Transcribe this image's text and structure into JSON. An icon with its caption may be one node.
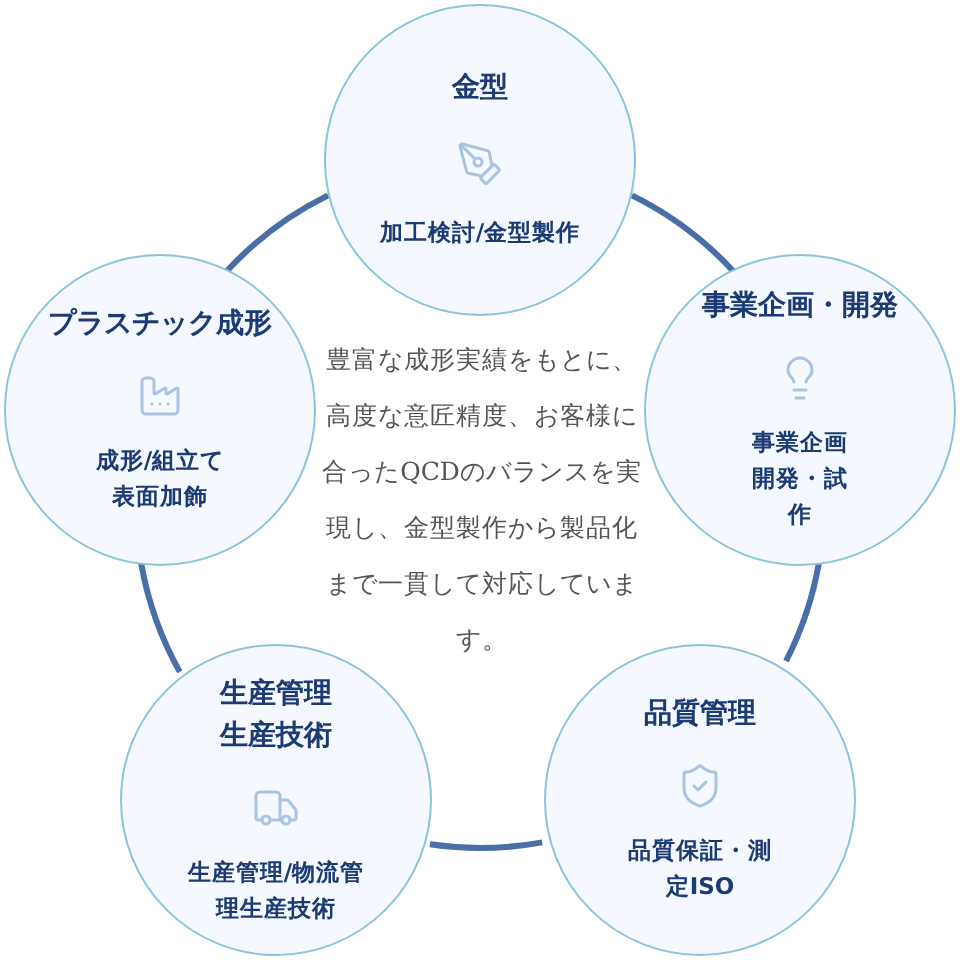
{
  "diagram": {
    "nodes": [
      {
        "text": [
          "金型",
          "加工検討/金型製作"
        ]
      },
      {
        "text": [
          "プラスチック成形",
          "成形/組立て表面加飾"
        ]
      },
      {
        "text": [
          "事業企画・開発",
          "事業企画開発・試作"
        ]
      },
      {
        "text": [
          "生産管理生産技術",
          "生産管理/物流管理生産技術"
        ]
      },
      {
        "text": [
          "品質管理",
          "品質保証・測定ISO"
        ]
      }
    ],
    "edges": [
      {
        "from": 0,
        "to": 2,
        "arrow": "none"
      },
      {
        "from": 2,
        "to": 4,
        "arrow": "none"
      },
      {
        "from": 4,
        "to": 3,
        "arrow": "none"
      },
      {
        "from": 3,
        "to": 1,
        "arrow": "none"
      },
      {
        "from": 1,
        "to": 0,
        "arrow": "none"
      }
    ],
    "labels": [
      "豊富な成形実績をもとに、高度な意匠精度、お客様に合ったQCDのバランスを実現し、金型製作から製品化まで一貫して対応しています。"
    ]
  }
}
